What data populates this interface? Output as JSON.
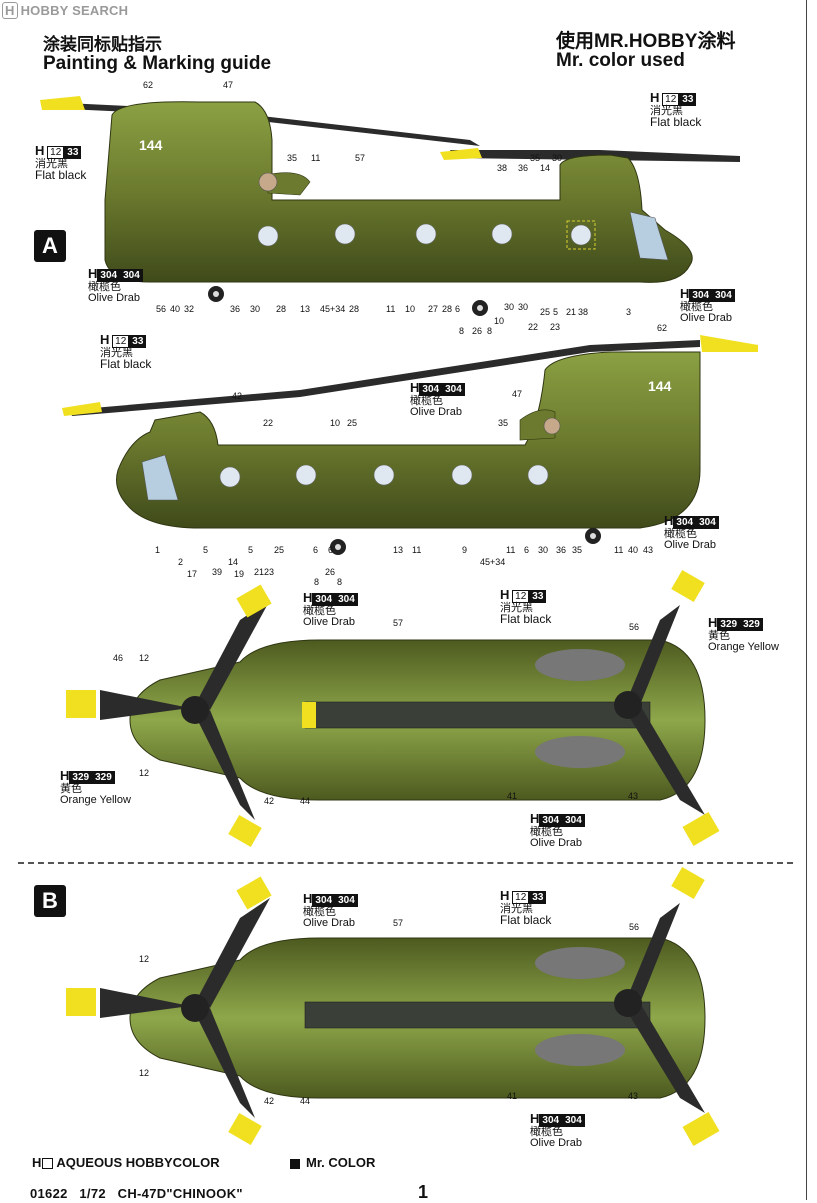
{
  "watermark": "HOBBY SEARCH",
  "watermark_logo": "H",
  "title_cn": "涂装同标贴指示",
  "title_en": "Painting & Marking guide",
  "paint_cn": "使用MR.HOBBY涂料",
  "paint_en": "Mr.  color  used",
  "section_a": "A",
  "section_b": "B",
  "serial": "144",
  "colors": {
    "olive": {
      "h": "H",
      "aq": "304",
      "mr": "304",
      "cn": "橄榄色",
      "en": "Olive Drab",
      "hex": "#6b7a2e"
    },
    "black": {
      "h": "H",
      "aq": "12",
      "mr": "33",
      "cn": "消光黑",
      "en": "Flat black",
      "hex": "#222222"
    },
    "orange": {
      "h": "H",
      "aq": "329",
      "mr": "329",
      "cn": "黄色",
      "en": "Orange Yellow",
      "hex": "#f2e22a"
    }
  },
  "callouts": {
    "a_side": [
      "62",
      "47",
      "35",
      "11",
      "57",
      "38",
      "36",
      "35",
      "14",
      "30",
      "56",
      "40",
      "32",
      "36",
      "30",
      "28",
      "13",
      "45+34",
      "28",
      "11",
      "10",
      "27",
      "28",
      "6",
      "8",
      "26",
      "8",
      "10",
      "30",
      "30",
      "22",
      "25",
      "5",
      "21",
      "23",
      "38",
      "3"
    ],
    "b_side": [
      "62",
      "42",
      "47",
      "22",
      "10",
      "25",
      "35",
      "1",
      "2",
      "17",
      "5",
      "39",
      "14",
      "19",
      "5",
      "21",
      "23",
      "25",
      "6",
      "6",
      "8",
      "26",
      "8",
      "13",
      "11",
      "9",
      "45+34",
      "11",
      "6",
      "30",
      "36",
      "35",
      "11",
      "40",
      "43"
    ],
    "a_top": [
      "46",
      "12",
      "12",
      "57",
      "56",
      "42",
      "44",
      "41",
      "43"
    ],
    "b_top": [
      "12",
      "12",
      "57",
      "56",
      "42",
      "44",
      "41",
      "43"
    ]
  },
  "legend": {
    "aqueous": "AQUEOUS HOBBYCOLOR",
    "aqueous_h": "H",
    "mr": "Mr. COLOR"
  },
  "footer": {
    "code": "01622",
    "scale": "1/72",
    "model": "CH-47D\"CHINOOK\"",
    "page": "1"
  }
}
